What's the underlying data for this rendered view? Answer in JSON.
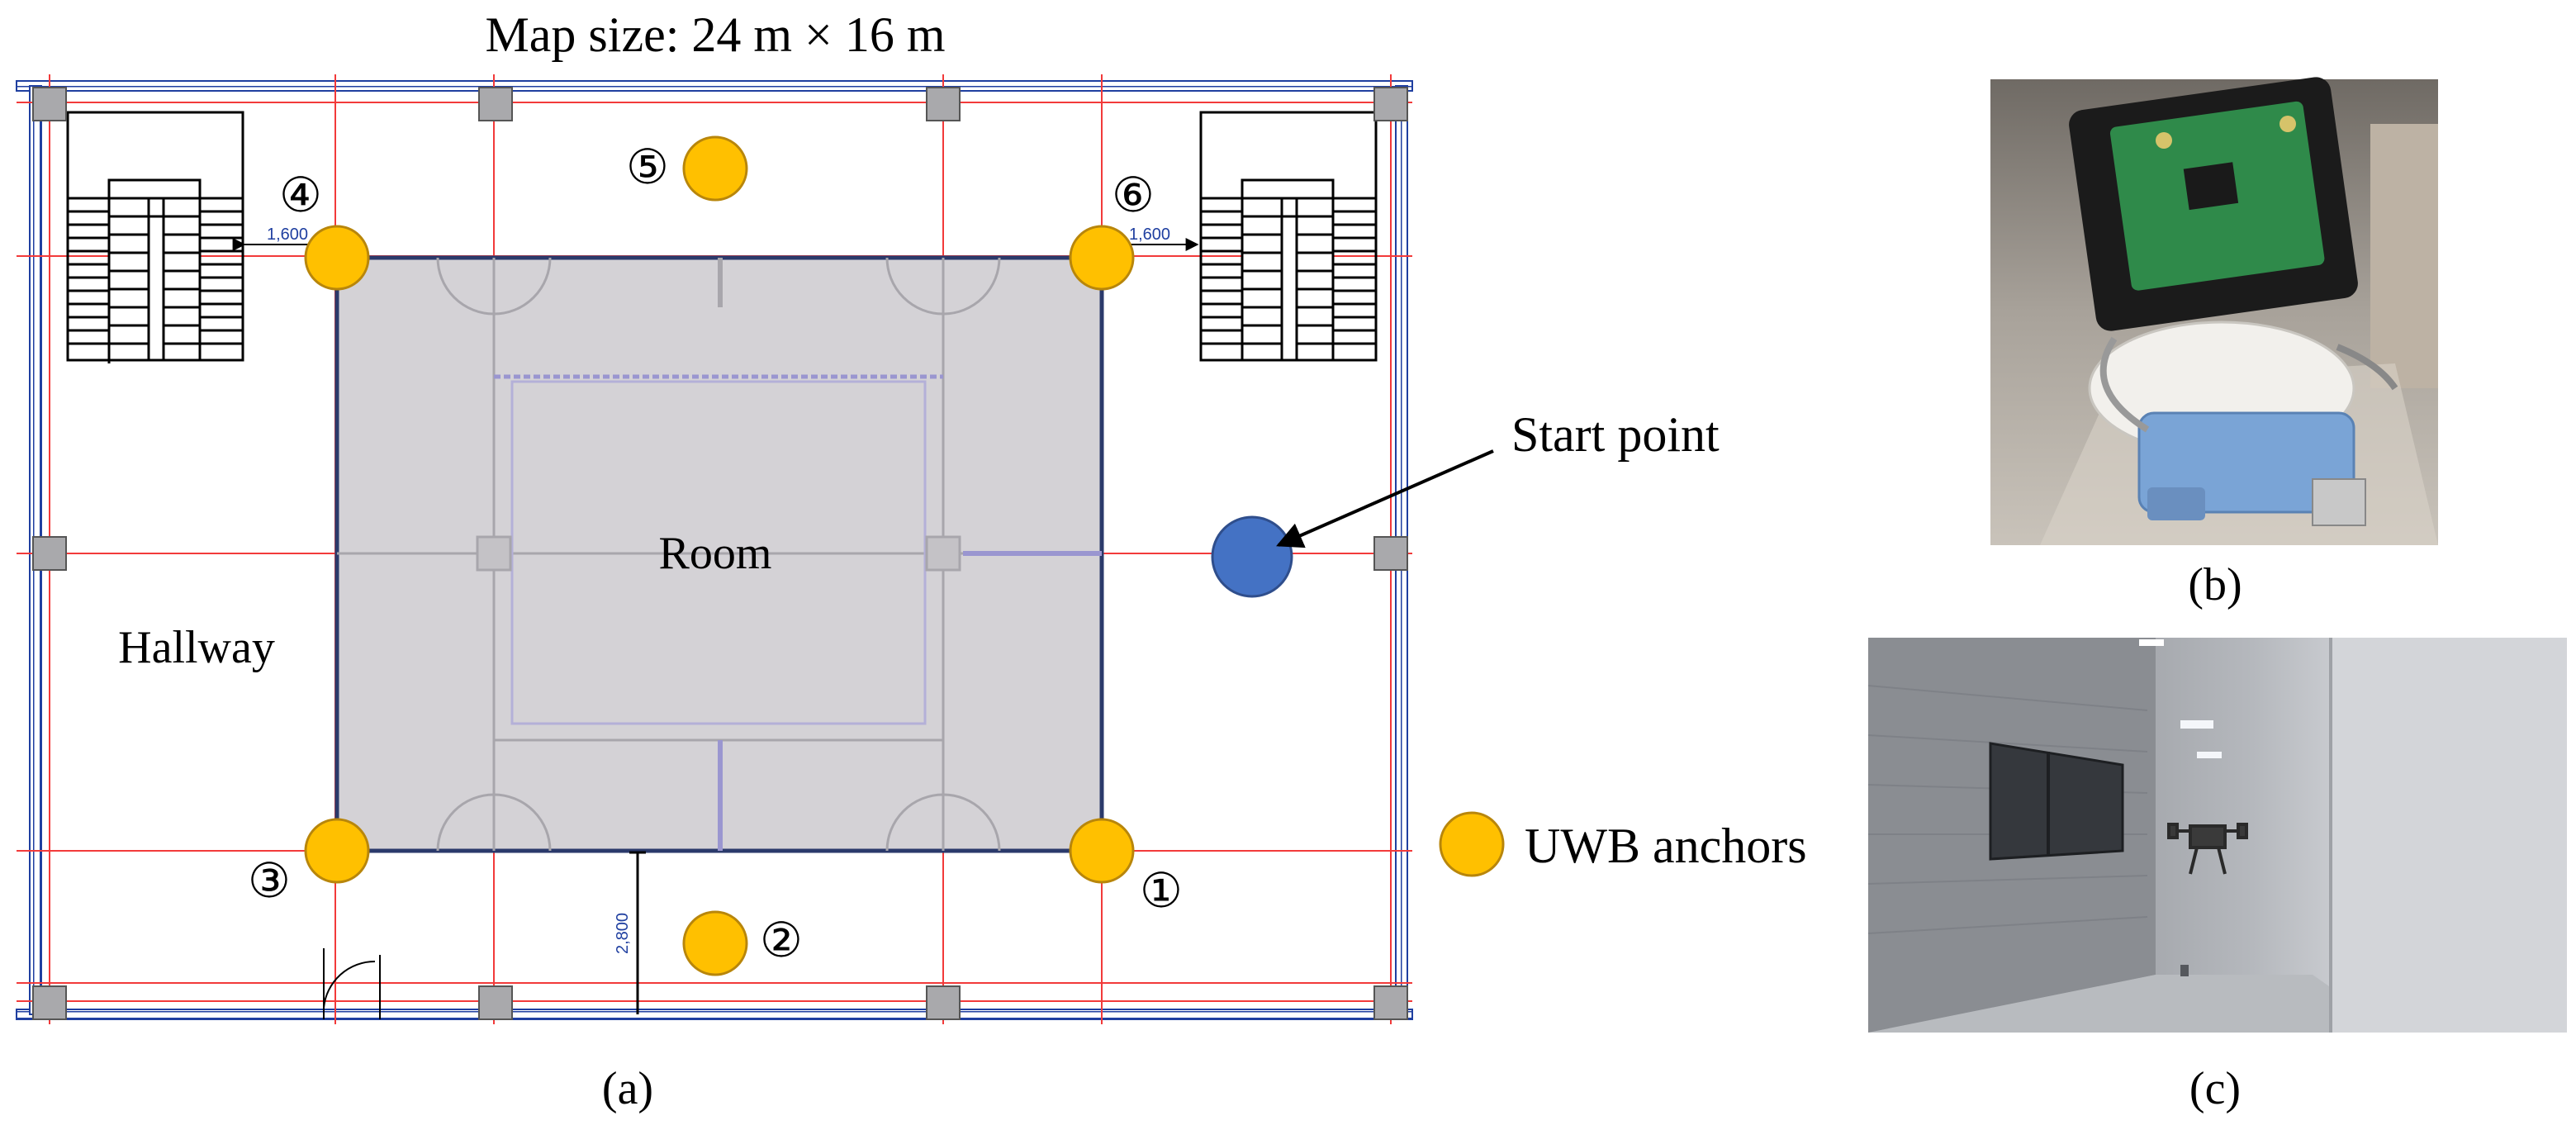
{
  "title": "Map size: 24 m × 16 m",
  "labels": {
    "room": "Room",
    "hallway": "Hallway",
    "start_point": "Start point",
    "legend": "UWB anchors"
  },
  "dimensions": {
    "left": "1,600",
    "right": "1,600",
    "bottom": "2,800"
  },
  "anchors": [
    "①",
    "②",
    "③",
    "④",
    "⑤",
    "⑥"
  ],
  "captions": {
    "a": "(a)",
    "b": "(b)",
    "c": "(c)"
  },
  "colors": {
    "anchor": "#FFC000",
    "anchor_stroke": "#B8860B",
    "start_point": "#4472C4",
    "room_fill": "#D4D2D6",
    "grid_line": "#F23A3A",
    "wall": "#1F3FA0"
  }
}
